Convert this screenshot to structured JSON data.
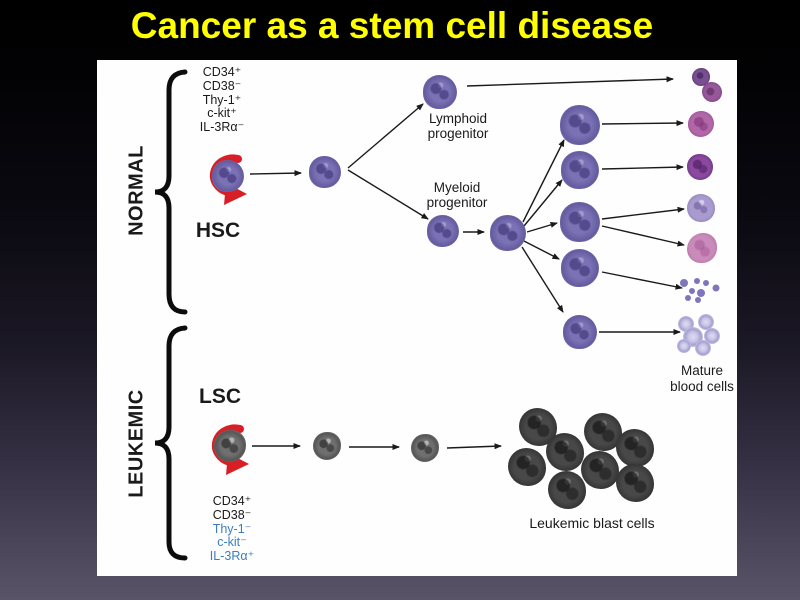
{
  "slide": {
    "title": "Cancer as a stem cell disease"
  },
  "normal": {
    "section_label": "NORMAL",
    "stem_cell_label": "HSC",
    "markers": [
      "CD34⁺",
      "CD38⁻",
      "Thy-1⁺",
      "c-kit⁺",
      "IL-3Rα⁻"
    ],
    "lymphoid_label_line1": "Lymphoid",
    "lymphoid_label_line2": "progenitor",
    "myeloid_label_line1": "Myeloid",
    "myeloid_label_line2": "progenitor",
    "mature_label_line1": "Mature",
    "mature_label_line2": "blood cells"
  },
  "leukemic": {
    "section_label": "LEUKEMIC",
    "stem_cell_label": "LSC",
    "markers_black": [
      "CD34⁺",
      "CD38⁻"
    ],
    "markers_blue": [
      "Thy-1⁻",
      "c-kit⁻",
      "IL-3Rα⁺"
    ],
    "blast_label": "Leukemic blast cells"
  },
  "colors": {
    "title_text": "#ffff00",
    "background_top": "#000000",
    "background_bottom": "#5a5468",
    "panel": "#fefefe",
    "marker_blue_text": "#3b7dc0",
    "self_renewal_arrow": "#d81f26",
    "normal_cell": "#6a62a6",
    "leukemic_cell": "#565656",
    "blast_cell": "#3a3a3a"
  }
}
